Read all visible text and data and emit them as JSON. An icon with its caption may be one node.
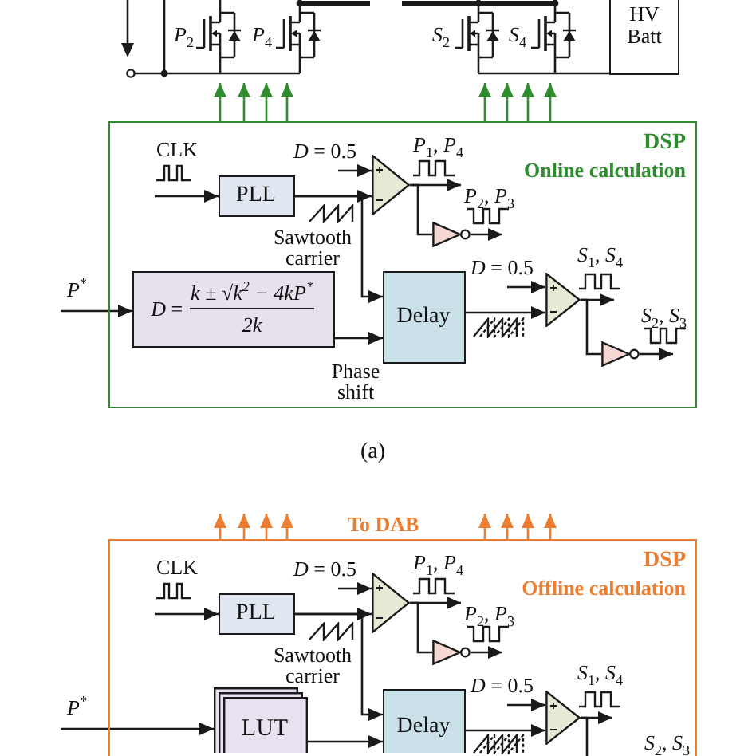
{
  "diagram": {
    "nodes": [
      {
        "text": [],
        "shape": "picture"
      },
      {
        "text": [
          "HV Batt"
        ]
      },
      {
        "text": [
          "DSP",
          "Online calculation"
        ]
      },
      {
        "text": [
          "PLL"
        ],
        "in": 2
      },
      {
        "text": [],
        "shape": "triangle",
        "in": 2
      },
      {
        "text": [],
        "shape": "triangle",
        "in": 2
      },
      {
        "text": [
          "*D* =",
          "k ± √k$^{2}$ − 4kP$^{*}$",
          "2k"
        ],
        "in": 2
      },
      {
        "text": [
          "Delay"
        ],
        "in": 2
      },
      {
        "text": [],
        "shape": "triangle",
        "in": 2
      },
      {
        "text": [],
        "shape": "triangle",
        "in": 2
      },
      {
        "text": [
          "DSP",
          "Offline calculation"
        ]
      },
      {
        "text": [
          "PLL"
        ],
        "in": 10
      },
      {
        "text": [],
        "shape": "triangle",
        "in": 10
      },
      {
        "text": [],
        "shape": "triangle",
        "in": 10
      },
      {
        "text": [
          "LUT"
        ],
        "in": 10
      },
      {
        "text": [
          "Delay"
        ],
        "in": 10
      },
      {
        "text": [],
        "shape": "triangle",
        "in": 10
      }
    ],
    "edges": [
      {
        "from": null,
        "to": 3,
        "arrow": "to",
        "label": "CLK"
      },
      {
        "from": null,
        "to": 4,
        "arrow": "to",
        "label": "*D* = 0.5"
      },
      {
        "from": 3,
        "to": 4,
        "arrow": "to"
      },
      {
        "from": 3,
        "to": 7,
        "arrow": "to",
        "label": "Sawtooth carrier"
      },
      {
        "from": 4,
        "to": null,
        "arrow": "to",
        "label": "*P*$_{1}$, *P*$_{4}$"
      },
      {
        "from": 4,
        "to": 5,
        "arrow": "none"
      },
      {
        "from": 5,
        "to": null,
        "arrow": "to",
        "label": "*P*$_{2}$, *P*$_{3}$"
      },
      {
        "from": null,
        "to": 6,
        "arrow": "to",
        "label": "*P*$^{*}$"
      },
      {
        "from": 6,
        "to": 7,
        "arrow": "to",
        "label": "Phase shift"
      },
      {
        "from": null,
        "to": 8,
        "arrow": "to",
        "label": "*D* = 0.5"
      },
      {
        "from": 7,
        "to": 8,
        "arrow": "to"
      },
      {
        "from": 8,
        "to": null,
        "arrow": "to",
        "label": "*S*$_{1}$, *S*$_{4}$"
      },
      {
        "from": 8,
        "to": 9,
        "arrow": "none"
      },
      {
        "from": 9,
        "to": null,
        "arrow": "to",
        "label": "*S*$_{2}$, *S*$_{3}$"
      },
      {
        "from": 2,
        "to": 0,
        "arrow": "to",
        "color": "#2e8b2e"
      },
      {
        "from": 2,
        "to": 0,
        "arrow": "to",
        "color": "#2e8b2e"
      },
      {
        "from": 2,
        "to": 0,
        "arrow": "to",
        "color": "#2e8b2e"
      },
      {
        "from": 2,
        "to": 0,
        "arrow": "to",
        "color": "#2e8b2e"
      },
      {
        "from": 2,
        "to": 0,
        "arrow": "to",
        "color": "#2e8b2e"
      },
      {
        "from": 2,
        "to": 0,
        "arrow": "to",
        "color": "#2e8b2e"
      },
      {
        "from": 2,
        "to": 0,
        "arrow": "to",
        "color": "#2e8b2e"
      },
      {
        "from": 2,
        "to": 0,
        "arrow": "to",
        "color": "#2e8b2e"
      },
      {
        "from": null,
        "to": 11,
        "arrow": "to",
        "label": "CLK"
      },
      {
        "from": null,
        "to": 12,
        "arrow": "to",
        "label": "*D* = 0.5"
      },
      {
        "from": 11,
        "to": 12,
        "arrow": "to"
      },
      {
        "from": 11,
        "to": 15,
        "arrow": "to",
        "label": "Sawtooth carrier"
      },
      {
        "from": 12,
        "to": null,
        "arrow": "to",
        "label": "*P*$_{1}$, *P*$_{4}$"
      },
      {
        "from": 12,
        "to": 13,
        "arrow": "none"
      },
      {
        "from": 13,
        "to": null,
        "arrow": "to",
        "label": "*P*$_{2}$, *P*$_{3}$"
      },
      {
        "from": null,
        "to": 14,
        "arrow": "to",
        "label": "*P*$^{*}$"
      },
      {
        "from": 14,
        "to": 15,
        "arrow": "to"
      },
      {
        "from": null,
        "to": 16,
        "arrow": "to",
        "label": "*D* = 0.5"
      },
      {
        "from": 15,
        "to": 16,
        "arrow": "to"
      },
      {
        "from": 16,
        "to": null,
        "arrow": "to",
        "label": "*S*$_{1}$, *S*$_{4}$"
      },
      {
        "from": 16,
        "to": null,
        "arrow": "none"
      },
      {
        "from": 10,
        "to": null,
        "arrow": "to",
        "color": "#ed7d31"
      },
      {
        "from": 10,
        "to": null,
        "arrow": "to",
        "color": "#ed7d31"
      },
      {
        "from": 10,
        "to": null,
        "arrow": "to",
        "color": "#ed7d31"
      },
      {
        "from": 10,
        "to": null,
        "arrow": "to",
        "color": "#ed7d31"
      },
      {
        "from": 10,
        "to": null,
        "arrow": "to",
        "color": "#ed7d31"
      },
      {
        "from": 10,
        "to": null,
        "arrow": "to",
        "color": "#ed7d31"
      },
      {
        "from": 10,
        "to": null,
        "arrow": "to",
        "color": "#ed7d31"
      },
      {
        "from": 10,
        "to": null,
        "arrow": "to",
        "color": "#ed7d31"
      },
      {
        "from": 0,
        "to": 1,
        "arrow": "none"
      }
    ],
    "labels": [
      "*P*$_{2}$",
      "*P*$_{4}$",
      "*S*$_{2}$",
      "*S*$_{4}$",
      "(a)",
      "To DAB",
      "*S*$_{2}$, *S*$_{3}$"
    ]
  }
}
